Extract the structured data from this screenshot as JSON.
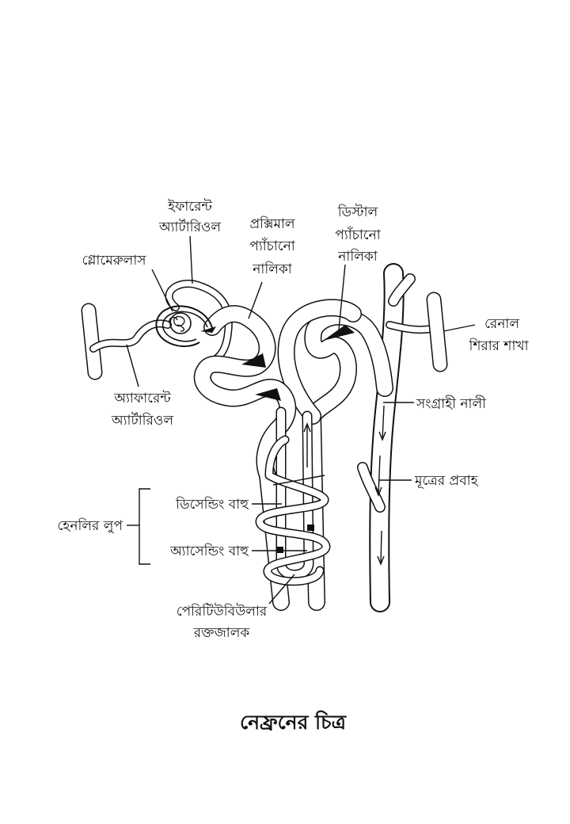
{
  "labels": {
    "efferent": [
      "ইফারেন্ট",
      "অ্যার্টারিওল"
    ],
    "proximal": [
      "প্রক্সিমাল",
      "প্যাঁচানো",
      "নালিকা"
    ],
    "distal": [
      "ডিস্টাল",
      "প্যাঁচানো",
      "নালিকা"
    ],
    "glomerulus": "গ্লোমেরুলাস",
    "renal_vein": [
      "রেনাল",
      "শিরার শাখা"
    ],
    "afferent": [
      "অ্যাফারেন্ট",
      "অ্যার্টারিওল"
    ],
    "collecting_duct": "সংগ্রাহী নালী",
    "urine_flow": "মূত্রের প্রবাহ",
    "descending_limb": "ডিসেন্ডিং বাহু",
    "ascending_limb": "অ্যাসেন্ডিং বাহু",
    "loop_of_henle": "হেনলির লুপ",
    "peritubular": [
      "পেরিটিউবিউলার",
      "রক্তজালক"
    ]
  },
  "title": "নেফ্রনের চিত্র"
}
